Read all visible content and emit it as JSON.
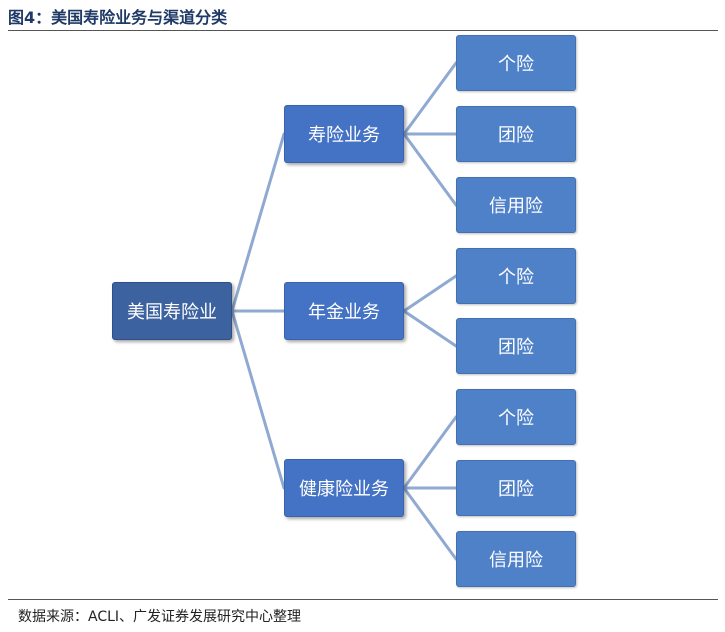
{
  "figure": {
    "title": "图4：美国寿险业务与渠道分类",
    "source": "数据来源：ACLI、广发证券发展研究中心整理"
  },
  "diagram": {
    "root": "美国寿险业",
    "branches": [
      {
        "label": "寿险业务",
        "children": [
          "个险",
          "团险",
          "信用险"
        ]
      },
      {
        "label": "年金业务",
        "children": [
          "个险",
          "团险"
        ]
      },
      {
        "label": "健康险业务",
        "children": [
          "个险",
          "团险",
          "信用险"
        ]
      }
    ]
  },
  "colors": {
    "root_box": "#3d62a0",
    "branch_box": "#4472c4",
    "leaf_box": "#4f81c8",
    "connector": "#8fa9d2",
    "title_text": "#1f3a66"
  }
}
